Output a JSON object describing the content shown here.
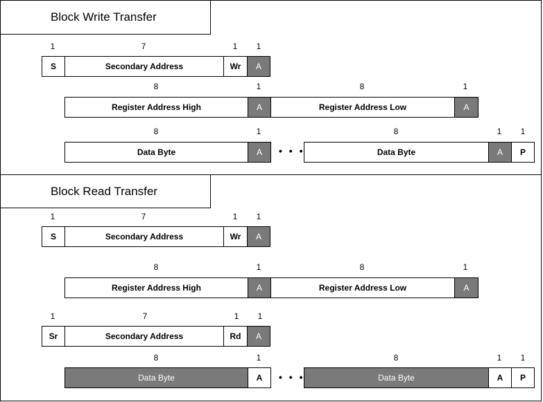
{
  "write": {
    "title": "Block Write Transfer",
    "row1": {
      "bits": [
        "1",
        "7",
        "1",
        "1"
      ],
      "cells": [
        "S",
        "Secondary Address",
        "Wr",
        "A"
      ]
    },
    "row2": {
      "bits": [
        "8",
        "1",
        "8",
        "1"
      ],
      "cells": [
        "Register Address High",
        "A",
        "Register Address Low",
        "A"
      ]
    },
    "row3": {
      "bits": [
        "8",
        "1",
        "8",
        "1",
        "1"
      ],
      "cells": [
        "Data Byte",
        "A",
        "Data Byte",
        "A",
        "P"
      ],
      "ellipsis": "• • •"
    }
  },
  "read": {
    "title": "Block Read Transfer",
    "row1": {
      "bits": [
        "1",
        "7",
        "1",
        "1"
      ],
      "cells": [
        "S",
        "Secondary Address",
        "Wr",
        "A"
      ]
    },
    "row2": {
      "bits": [
        "8",
        "1",
        "8",
        "1"
      ],
      "cells": [
        "Register Address High",
        "A",
        "Register Address Low",
        "A"
      ]
    },
    "row3": {
      "bits": [
        "1",
        "7",
        "1",
        "1"
      ],
      "cells": [
        "Sr",
        "Secondary Address",
        "Rd",
        "A"
      ]
    },
    "row4": {
      "bits": [
        "8",
        "1",
        "8",
        "1",
        "1"
      ],
      "cells": [
        "Data Byte",
        "A",
        "Data Byte",
        "A",
        "P"
      ],
      "ellipsis": "• • •"
    }
  },
  "colors": {
    "master_cell": "#ffffff",
    "slave_cell": "#7a7a7a",
    "border": "#000000"
  }
}
